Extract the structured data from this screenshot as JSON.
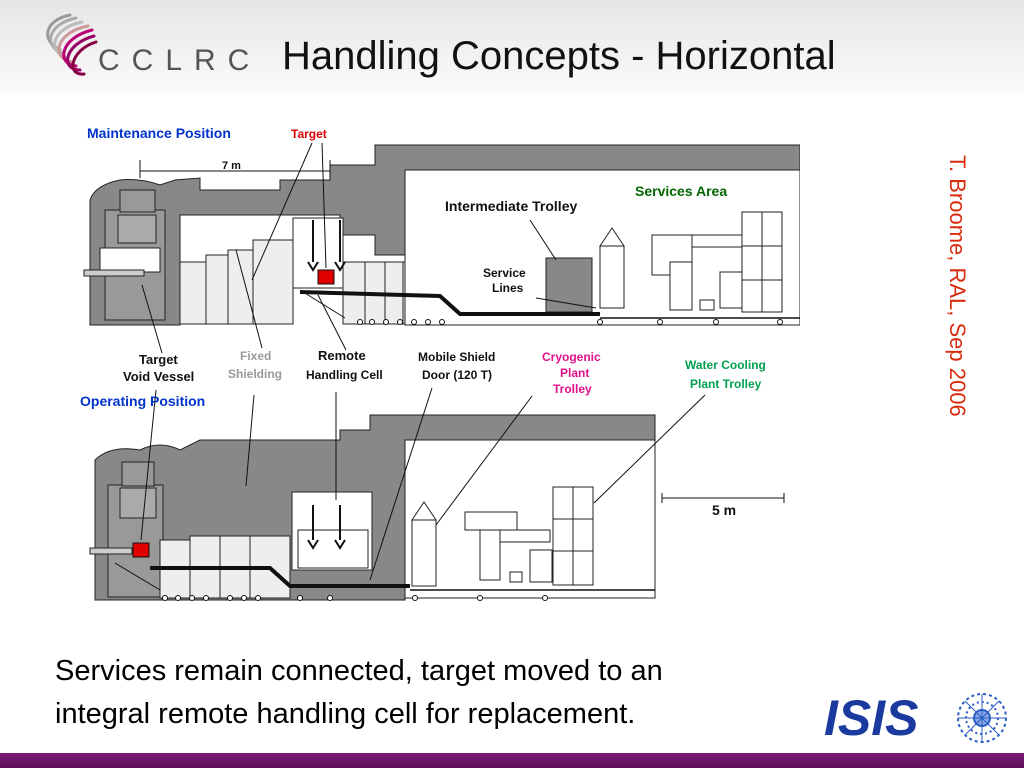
{
  "header": {
    "logo_text": "CCLRC",
    "title": "Handling Concepts - Horizontal"
  },
  "side_credit": "T. Broome, RAL, Sep 2006",
  "diagram": {
    "labels": {
      "maintenance_position": "Maintenance Position",
      "target": "Target",
      "dim_7m": "7 m",
      "intermediate_trolley": "Intermediate Trolley",
      "services_area": "Services Area",
      "service_lines_1": "Service",
      "service_lines_2": "Lines",
      "target_void_1": "Target",
      "target_void_2": "Void Vessel",
      "fixed_shielding_1": "Fixed",
      "fixed_shielding_2": "Shielding",
      "remote_1": "Remote",
      "remote_2": "Handling Cell",
      "mobile_shield_1": "Mobile Shield",
      "mobile_shield_2": "Door (120 T)",
      "cryogenic_1": "Cryogenic",
      "cryogenic_2": "Plant",
      "cryogenic_3": "Trolley",
      "water_cooling_1": "Water Cooling",
      "water_cooling_2": "Plant Trolley",
      "operating_position": "Operating Position",
      "dim_5m": "5 m"
    },
    "colors": {
      "blue_label": "#0033cc",
      "red_label": "#dd0000",
      "green_label": "#006600",
      "magenta_label": "#e0108a",
      "teal_label": "#00a050",
      "gray_label": "#999999",
      "structure_gray": "#888888",
      "target_red": "#e00000"
    }
  },
  "caption": {
    "line1": "Services remain connected, target moved to an",
    "line2": "integral remote handling cell for replacement."
  },
  "isis_logo": {
    "text": "ISIS",
    "color": "#1a3aa0"
  }
}
